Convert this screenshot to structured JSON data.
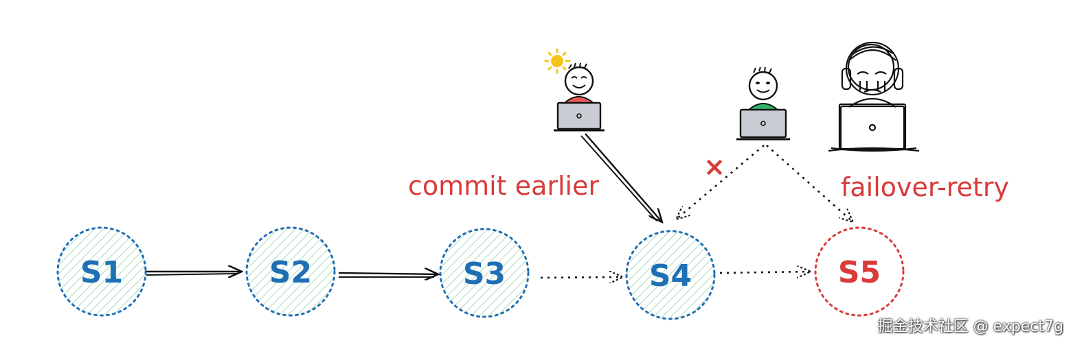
{
  "diagram": {
    "states": [
      {
        "id": "s1",
        "label": "S1",
        "color": "#1f6fb5"
      },
      {
        "id": "s2",
        "label": "S2",
        "color": "#1f6fb5"
      },
      {
        "id": "s3",
        "label": "S3",
        "color": "#1f6fb5"
      },
      {
        "id": "s4",
        "label": "S4",
        "color": "#1f6fb5"
      },
      {
        "id": "s5",
        "label": "S5",
        "color": "#d93a3a"
      }
    ],
    "annotations": {
      "commit_earlier": "commit earlier",
      "failover_retry": "failover-retry",
      "fail_mark": "×"
    },
    "colors": {
      "hatch": "#8fd3a6",
      "annotation": "#d93a3a",
      "arrow": "#111111",
      "laptop": "#c9cdd3",
      "person_red": "#e85a5a",
      "person_green": "#2fb36a",
      "sun": "#f5c518"
    }
  },
  "watermark": "掘金技术社区 @ expect7g"
}
